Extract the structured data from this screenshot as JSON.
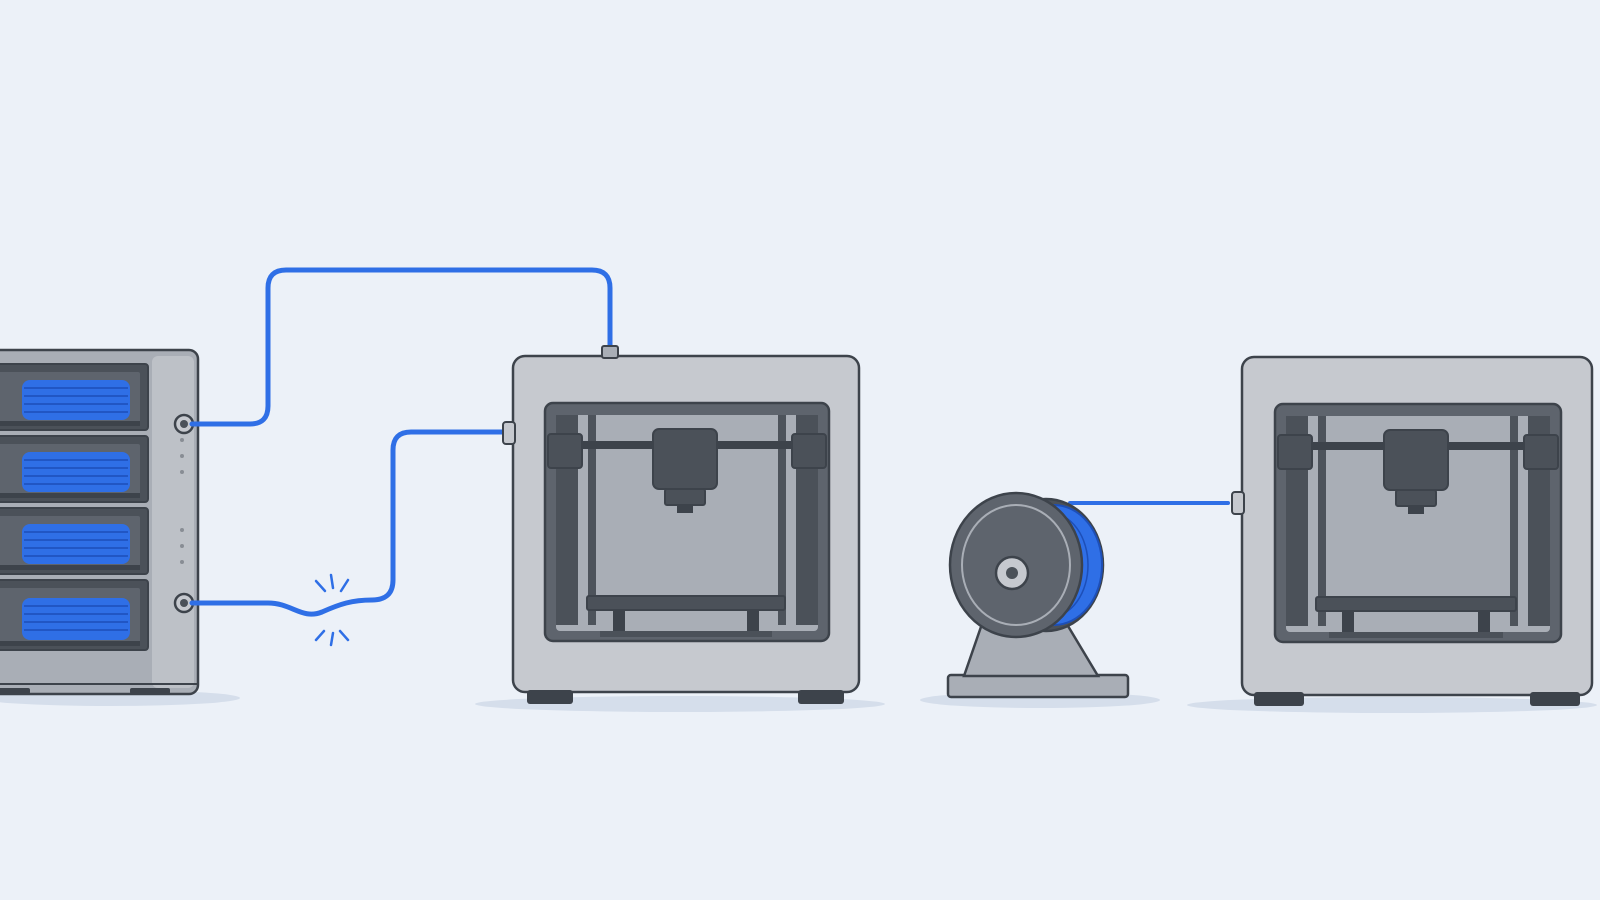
{
  "colors": {
    "background": "#ecf1f8",
    "filament": "#2f6fe6",
    "filament_dark": "#1d4fb8",
    "spark": "#2f6fe6",
    "frame_light": "#c6c9cf",
    "frame_mid": "#a9aeb6",
    "frame_dark": "#5e646d",
    "outline": "#3d434b",
    "metal_dark": "#4b5159",
    "shadow": "#d5deeb"
  },
  "scene": {
    "filament_dryer": {
      "icon": "multi-spool-filament-dryer-icon",
      "compartments": 4,
      "feed_outputs": 2
    },
    "printer_one": {
      "icon": "3d-printer-icon",
      "feed_inputs": 2
    },
    "spool_holder": {
      "icon": "filament-spool-on-stand-icon"
    },
    "printer_two": {
      "icon": "3d-printer-icon",
      "feed_inputs": 1
    },
    "filament_lines": [
      {
        "id": "upper-feed",
        "from": "filament_dryer",
        "to": "printer_one",
        "state": "ok"
      },
      {
        "id": "lower-feed",
        "from": "filament_dryer",
        "to": "printer_one",
        "state": "tangled"
      },
      {
        "id": "spool-feed",
        "from": "spool_holder",
        "to": "printer_two",
        "state": "ok"
      }
    ],
    "fault_marker": {
      "icon": "spark-burst-icon",
      "on_line": "lower-feed"
    }
  }
}
